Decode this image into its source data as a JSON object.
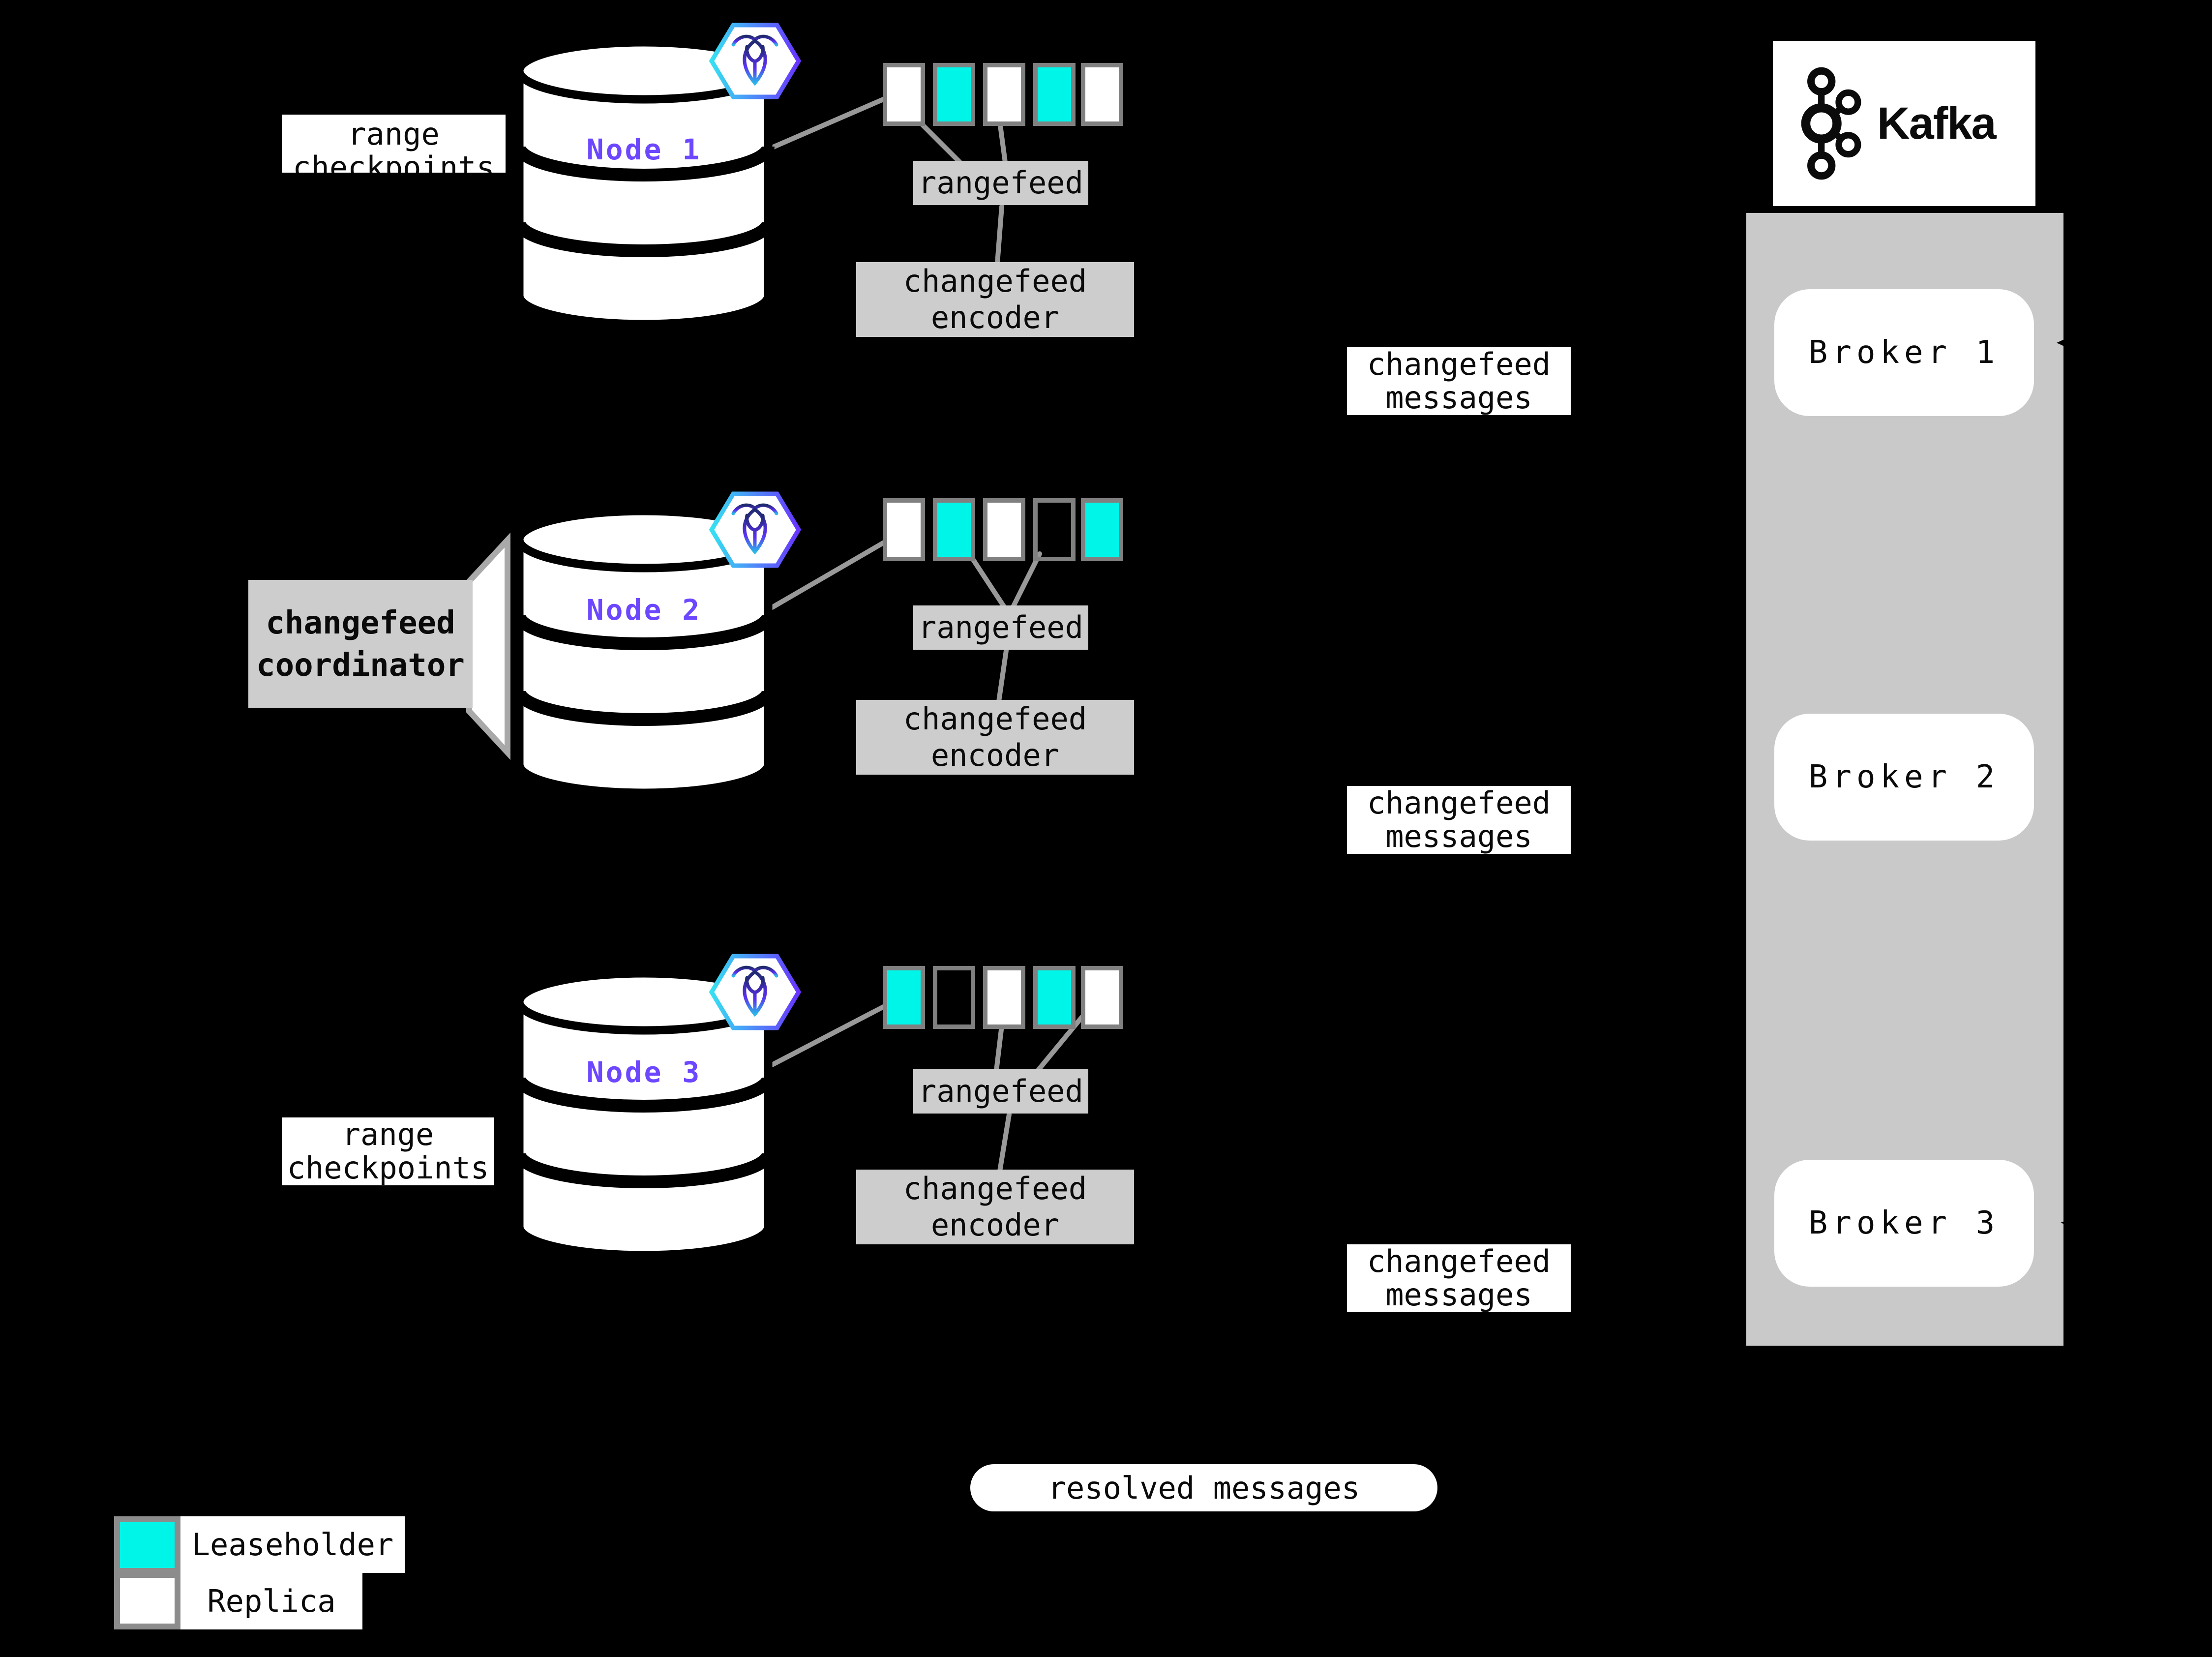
{
  "colors": {
    "background": "#000000",
    "leaseholder": "#00F5E9",
    "replica": "#FFFFFF",
    "node-text": "#6C47FF",
    "box-gray": "#CDCDCD",
    "container-gray": "#C9C9C9",
    "border-gray": "#808080",
    "line-gray": "#999999"
  },
  "icons": {
    "node_badge": "cockroachdb-hexagon-icon",
    "kafka_logo": "kafka-logo-icon"
  },
  "nodes": [
    {
      "name": "Node 1",
      "side_label": "range\ncheckpoints",
      "ranges": [
        "replica",
        "leaseholder",
        "replica",
        "leaseholder",
        "replica"
      ],
      "rangefeed_label": "rangefeed",
      "encoder_label": "changefeed\nencoder",
      "message_label": "changefeed\nmessages"
    },
    {
      "name": "Node 2",
      "side_label": "changefeed\ncoordinator",
      "ranges": [
        "replica",
        "leaseholder",
        "replica",
        "none",
        "leaseholder"
      ],
      "rangefeed_label": "rangefeed",
      "encoder_label": "changefeed\nencoder",
      "message_label": "changefeed\nmessages"
    },
    {
      "name": "Node 3",
      "side_label": "range\ncheckpoints",
      "ranges": [
        "leaseholder",
        "none",
        "replica",
        "leaseholder",
        "replica"
      ],
      "rangefeed_label": "rangefeed",
      "encoder_label": "changefeed\nencoder",
      "message_label": "changefeed\nmessages"
    }
  ],
  "kafka": {
    "logo_text": "Kafka",
    "brokers": [
      "Broker 1",
      "Broker 2",
      "Broker 3"
    ]
  },
  "resolved_label": "resolved messages",
  "legend": {
    "items": [
      {
        "label": "Leaseholder",
        "type": "leaseholder"
      },
      {
        "label": "Replica",
        "type": "replica"
      }
    ]
  }
}
